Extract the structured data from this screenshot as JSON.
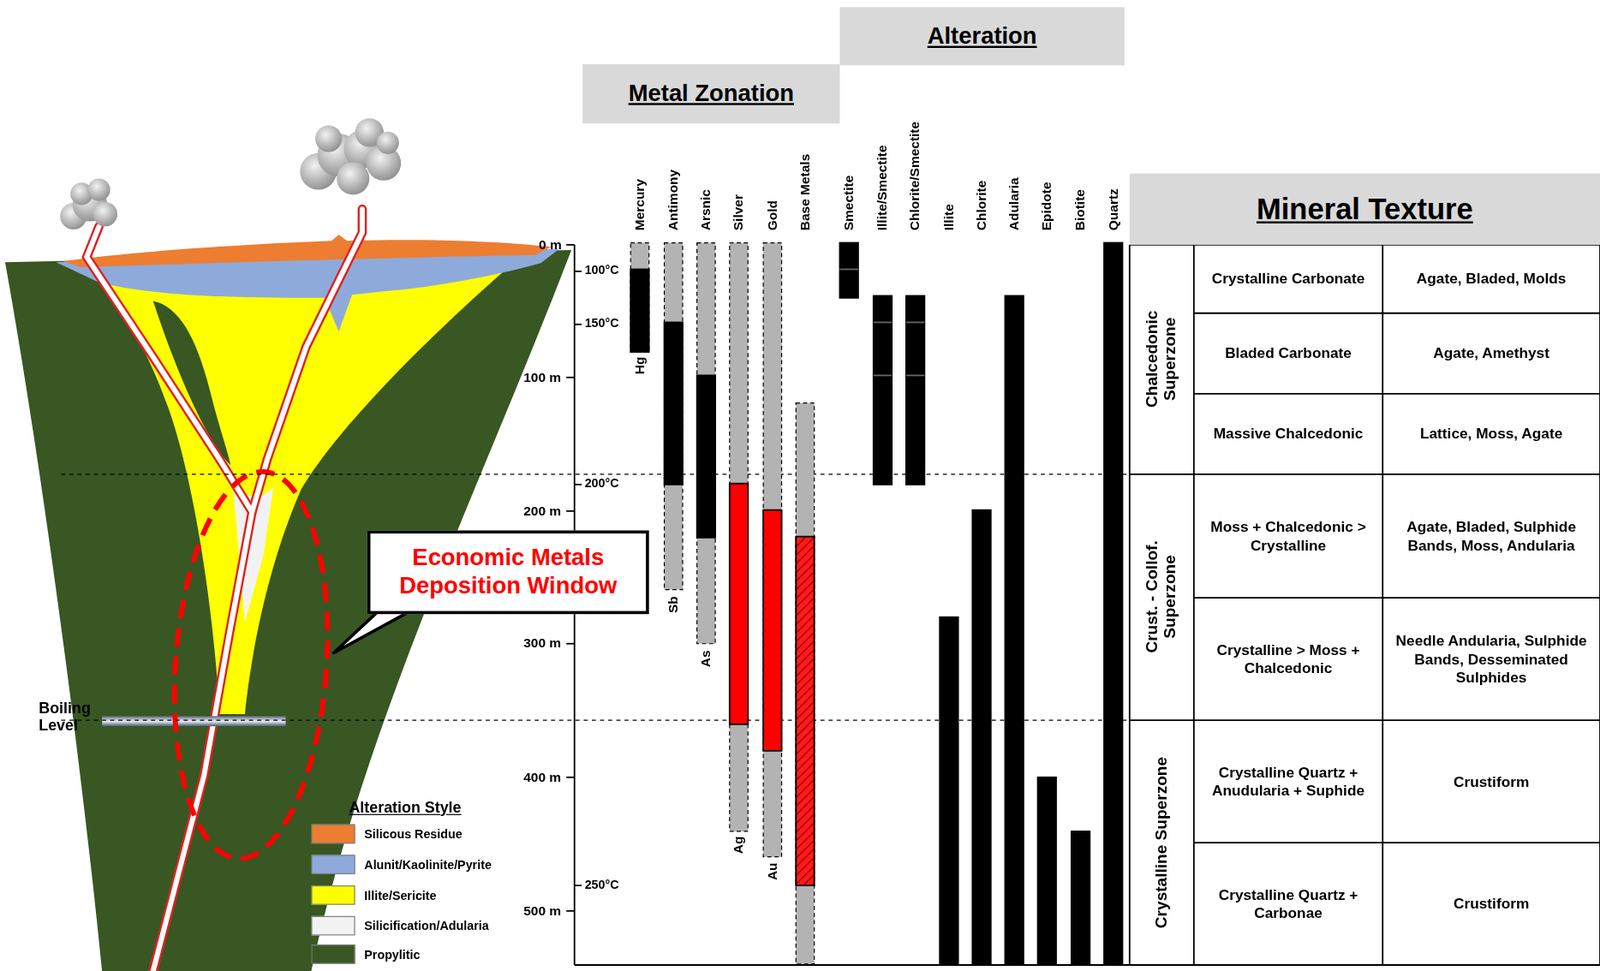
{
  "diagram": {
    "nodes": [
      {
        "text": [
          "Metal Zonation"
        ]
      },
      {
        "text": [
          "Alteration"
        ]
      },
      {
        "text": [
          "Mineral Texture"
        ]
      },
      {
        "text": [
          "Economic Metals Deposition Window"
        ]
      }
    ],
    "labels": [
      "0 m",
      "100 m",
      "200 m",
      "300 m",
      "400 m",
      "500 m",
      "100°C",
      "150°C",
      "200°C",
      "250°C",
      "Boiling Level",
      "Alteration Style",
      "Mercury",
      "Antimony",
      "Arsnic",
      "Silver",
      "Gold",
      "Base Metals",
      "Smectite",
      "Illite/Smectite",
      "Chlorite/Smectite",
      "Illite",
      "Chlorite",
      "Adularia",
      "Epidote",
      "Biotite",
      "Quartz",
      "Hg",
      "Sb",
      "As",
      "Ag",
      "Au",
      "Chalcedonic Superzone",
      "Crust. - Collof. Superzone",
      "Crystalline Superzone",
      "Crystalline Carbonate",
      "Agate, Bladed, Molds",
      "Bladed Carbonate",
      "Agate, Amethyst",
      "Massive Chalcedonic",
      "Lattice, Moss, Agate",
      "Moss + Chalcedonic > Crystalline",
      "Agate, Bladed, Sulphide Bands, Moss, Andularia",
      "Crystalline > Moss + Chalcedonic",
      "Needle Andularia, Sulphide Bands, Desseminated Sulphides",
      "Crystalline Quartz + Anudularia + Suphide",
      "Crustiform",
      "Crystalline Quartz + Carbonae",
      "Crustiform"
    ],
    "legend": [
      {
        "text": "Silicous Residue",
        "color": "#ed7d31"
      },
      {
        "text": "Alunit/Kaolinite/Pyrite",
        "color": "#8eaadb"
      },
      {
        "text": "Illite/Sericite",
        "color": "#ffff00"
      },
      {
        "text": "Silicification/Adularia",
        "color": "#f2f2f2"
      },
      {
        "text": "Propylitic",
        "color": "#385723"
      }
    ]
  }
}
